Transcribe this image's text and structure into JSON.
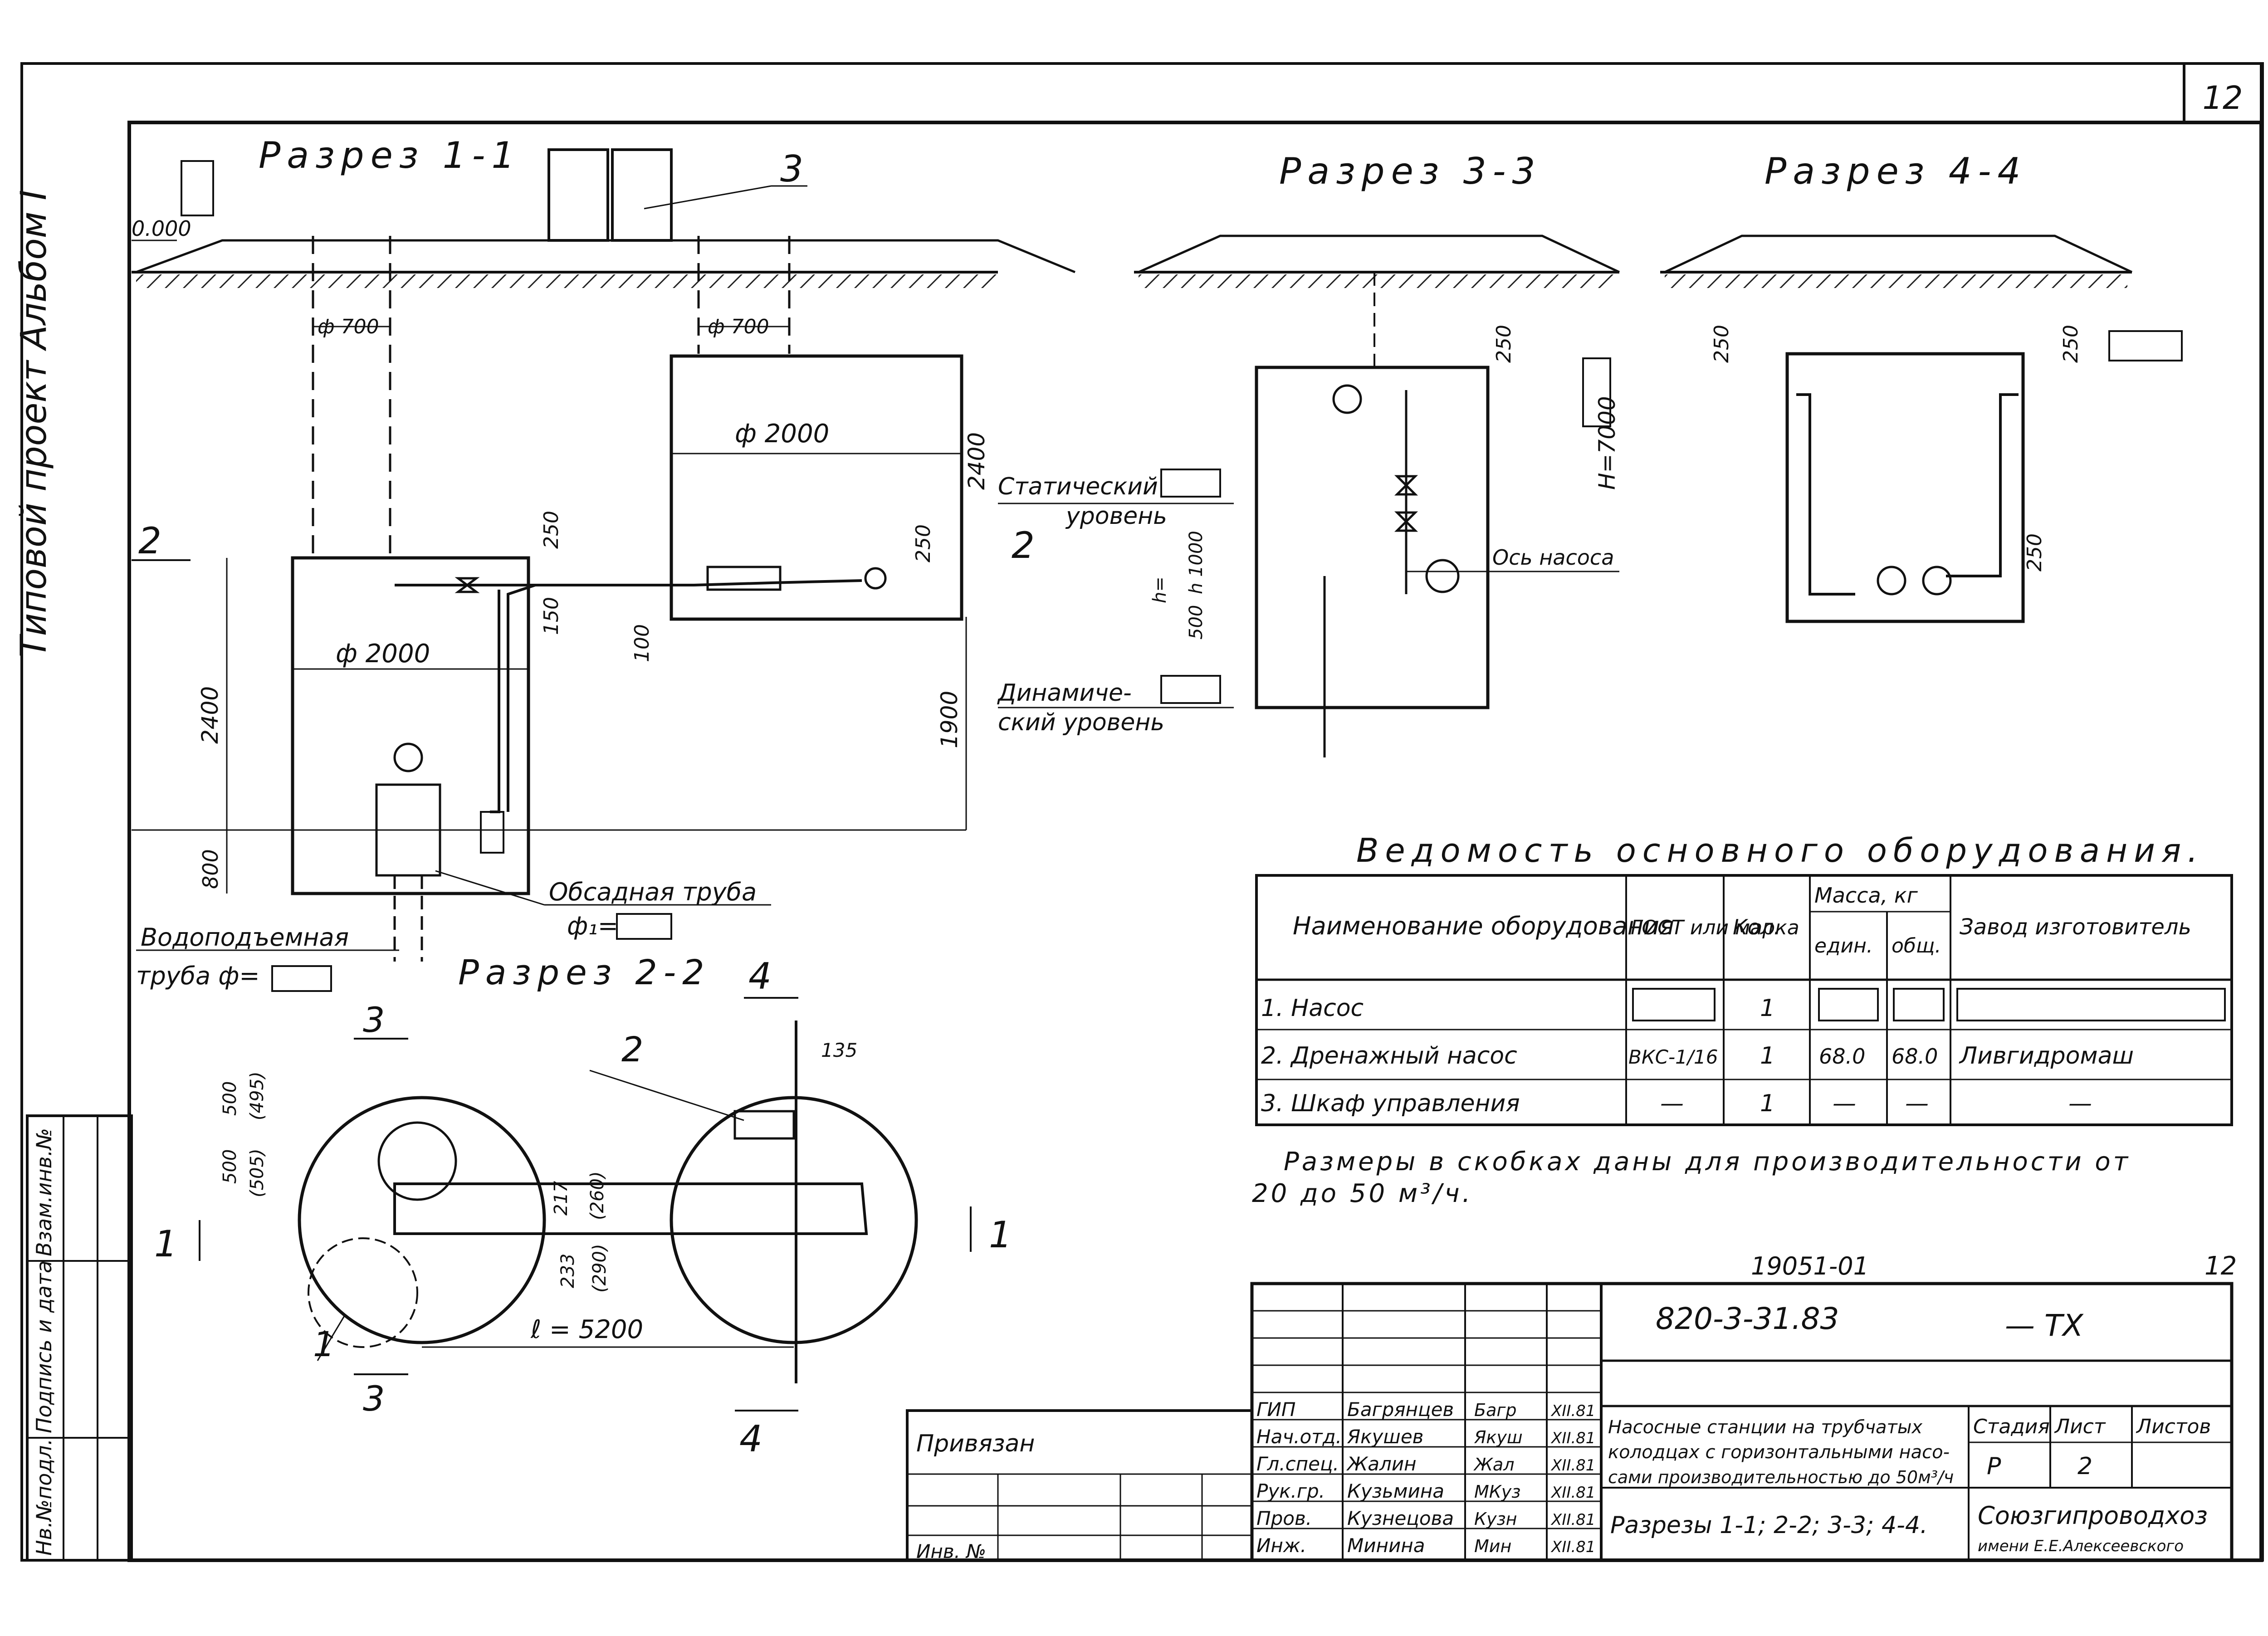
{
  "sheet_number": "12",
  "side_label": "Типовой проект   Альбом I",
  "left_strip": {
    "inv_no": "Нв.№подл.",
    "signature_date": "Подпись и дата",
    "replace_inv": "Взам.инв.№"
  },
  "sections": {
    "s1": "Разрез 1-1",
    "s2": "Разрез 2-2",
    "s3": "Разрез 3-3",
    "s4": "Разрез 4-4"
  },
  "section_marks": {
    "m1": "1",
    "m2": "2",
    "m3": "3",
    "m4": "4"
  },
  "callouts": {
    "c1": "1",
    "c2": "2",
    "c3": "3"
  },
  "section1": {
    "level_zero": "0.000",
    "d_shaft_a": "ф 700",
    "d_shaft_b": "ф 700",
    "d_well_right": "ф 2000",
    "d_well_left": "ф 2000",
    "dim_2400_right": "2400",
    "dim_2400_left": "2400",
    "dim_250_a": "250",
    "dim_250_b": "250",
    "dim_150": "150",
    "dim_100": "100",
    "dim_1900": "1900",
    "dim_800": "800",
    "casing": "Обсадная труба",
    "casing_d": "ф₁=",
    "riser": "Водоподъемная",
    "riser_d": "труба ф="
  },
  "section3": {
    "static_level_1": "Статический",
    "static_level_2": "уровень",
    "dynamic_level_1": "Динамиче-",
    "dynamic_level_2": "ский уровень",
    "pump_axis": "Ось насоса",
    "dim_250": "250",
    "h_dim": "h=",
    "h_1000": "h 1000",
    "dim_500": "500",
    "H_7000": "H=7000"
  },
  "section4": {
    "dim_250_a": "250",
    "dim_250_b": "250",
    "dim_250_c": "250"
  },
  "plan": {
    "dim_500": "500",
    "dim_500b": "500",
    "dim_495": "(495)",
    "dim_505": "(505)",
    "dim_217": "217",
    "dim_260": "(260)",
    "dim_233": "233",
    "dim_290": "(290)",
    "dim_135": "135",
    "length": "ℓ = 5200"
  },
  "equipment": {
    "title": "Ведомость основного оборудования.",
    "headers": {
      "name": "Наименование оборудования",
      "gost": "ГОСТ или марка",
      "qty": "Кол.",
      "mass": "Масса, кг",
      "unit": "един.",
      "total": "общ.",
      "maker": "Завод изготовитель"
    },
    "rows": [
      {
        "name": "1. Насос",
        "gost": "",
        "qty": "1",
        "unit": "",
        "total": "",
        "maker": ""
      },
      {
        "name": "2. Дренажный насос",
        "gost": "ВКС-1/16",
        "qty": "1",
        "unit": "68.0",
        "total": "68.0",
        "maker": "Ливгидромаш"
      },
      {
        "name": "3. Шкаф управления",
        "gost": "—",
        "qty": "1",
        "unit": "—",
        "total": "—",
        "maker": "—"
      }
    ]
  },
  "note": {
    "line1": "Размеры в скобках даны для производительности от",
    "line2": "20 до 50 м³/ч."
  },
  "title_block": {
    "inv_top": "19051-01",
    "sheet_top": "12",
    "code": "820-3-31.83",
    "suffix": "— ТХ",
    "bound": "Привязан",
    "inv_label": "Инв. №",
    "staff": [
      {
        "role": "ГИП",
        "name": "Багрянцев",
        "sign": "Багр",
        "date": "XII.81"
      },
      {
        "role": "Нач.отд.",
        "name": "Якушев",
        "sign": "Якуш",
        "date": "XII.81"
      },
      {
        "role": "Гл.спец.",
        "name": "Жалин",
        "sign": "Жал",
        "date": "XII.81"
      },
      {
        "role": "Рук.гр.",
        "name": "Кузьмина",
        "sign": "МКуз",
        "date": "XII.81"
      },
      {
        "role": "Пров.",
        "name": "Кузнецова",
        "sign": "Кузн",
        "date": "XII.81"
      },
      {
        "role": "Инж.",
        "name": "Минина",
        "sign": "Мин",
        "date": "XII.81"
      }
    ],
    "desc1": "Насосные станции на трубчатых",
    "desc2": "колодцах с горизонтальными насо-",
    "desc3": "сами производительностью до 50м³/ч",
    "sections_list": "Разрезы 1-1; 2-2; 3-3; 4-4.",
    "stage_h": "Стадия",
    "sheet_h": "Лист",
    "sheets_h": "Листов",
    "stage": "Р",
    "sheet": "2",
    "org1": "Союзгипроводхоз",
    "org2": "имени Е.Е.Алексеевского"
  }
}
